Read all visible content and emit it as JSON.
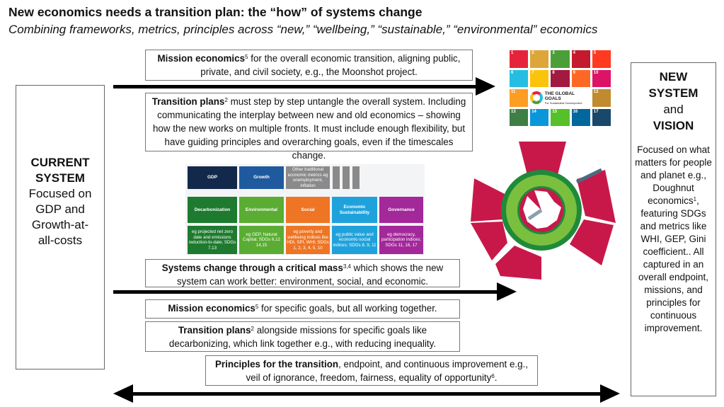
{
  "title": "New economics needs a transition plan: the “how” of systems change",
  "subtitle": "Combining frameworks, metrics, principles across “new,” “wellbeing,” “sustainable,” “environmental” economics",
  "left": {
    "heading": "CURRENT SYSTEM",
    "body": "Focused on GDP and Growth-at-all-costs"
  },
  "right": {
    "heading1": "NEW SYSTEM",
    "and": "and",
    "heading2": "VISION",
    "body1": "Focused on what matters for people and planet e.g., Doughnut economics",
    "sup": "1",
    "body2": ", featuring SDGs and metrics like WHI, GEP, Gini coefficient.. All captured in an overall endpoint, missions, and principles for continuous improvement."
  },
  "boxes": [
    {
      "bold": "Mission economics",
      "sup": "5",
      "text": " for the overall economic transition, aligning public, private, and civil society, e.g., the Moonshot project.",
      "after": ""
    },
    {
      "bold": "Transition plans",
      "sup": "2",
      "text": " must step by step untangle the overall system. Including communicating the interplay between new and old economics – showing how the new works on multiple fronts. It must include enough flexibility, but have guiding principles and overarching goals, even if the timescales change.",
      "after": ""
    },
    {
      "bold": "Systems change through a critical mass",
      "sup": "3,4",
      "text": " which shows the new system can work better: environment, social, and economic.",
      "after": ""
    },
    {
      "bold": "Mission economics",
      "sup": "5",
      "text": " for specific goals, but all working together.",
      "after": ""
    },
    {
      "bold": "Transition plans",
      "sup": "2",
      "text": " alongside missions for specific goals like decarbonizing, which link together e.g., with reducing inequality.",
      "after": ""
    },
    {
      "bold": "Principles for the transition",
      "sup": "6",
      "text": ", endpoint, and continuous improvement e.g., veil of ignorance, freedom, fairness, equality of opportunity",
      "after": "."
    }
  ],
  "matrix": {
    "top": [
      {
        "label": "GDP",
        "color": "#13294b"
      },
      {
        "label": "Growth",
        "color": "#1f5a9e"
      },
      {
        "label": "Other traditional economic metrics eg unemployment, inflation",
        "color": "#8a8a8a"
      }
    ],
    "columns": [
      {
        "label": "Decarbonization",
        "color": "#1e7a2e",
        "desc": "eg projected net zero date and emissions reduction-to-date; SDGs 7,13"
      },
      {
        "label": "Environmental",
        "color": "#5aad32",
        "desc": "eg GEP, Natural Capital; SDGs 6,12 14,15"
      },
      {
        "label": "Social",
        "color": "#ee7524",
        "desc": "eg poverty and wellbeing indices like HDI, SPI, WHI; SDGs 1, 2, 3, 4, 5, 10"
      },
      {
        "label": "Economic Sustainability",
        "color": "#1fa2dc",
        "desc": "eg public value and economic-social indices; SDGs 8, 9, 11"
      },
      {
        "label": "Governance",
        "color": "#a3289a",
        "desc": "eg democracy, participation indices; SDGs 11, 16, 17"
      }
    ]
  },
  "sdg": {
    "logo_title": "THE GLOBAL GOALS",
    "logo_sub": "For Sustainable Development",
    "tiles": [
      {
        "n": "1",
        "c": "#E5243B"
      },
      {
        "n": "2",
        "c": "#DDA63A"
      },
      {
        "n": "3",
        "c": "#4C9F38"
      },
      {
        "n": "4",
        "c": "#C5192D"
      },
      {
        "n": "5",
        "c": "#FF3A21"
      },
      {
        "n": "6",
        "c": "#26BDE2"
      },
      {
        "n": "7",
        "c": "#FCC30B"
      },
      {
        "n": "8",
        "c": "#A21942"
      },
      {
        "n": "9",
        "c": "#FD6925"
      },
      {
        "n": "10",
        "c": "#DD1367"
      },
      {
        "n": "11",
        "c": "#FD9D24"
      },
      {
        "n": "12",
        "c": "#BF8B2E"
      },
      {
        "n": "13",
        "c": "#3F7E44"
      },
      {
        "n": "14",
        "c": "#0A97D9"
      },
      {
        "n": "15",
        "c": "#56C02B"
      },
      {
        "n": "16",
        "c": "#00689D"
      },
      {
        "n": "17",
        "c": "#19486A"
      }
    ]
  }
}
